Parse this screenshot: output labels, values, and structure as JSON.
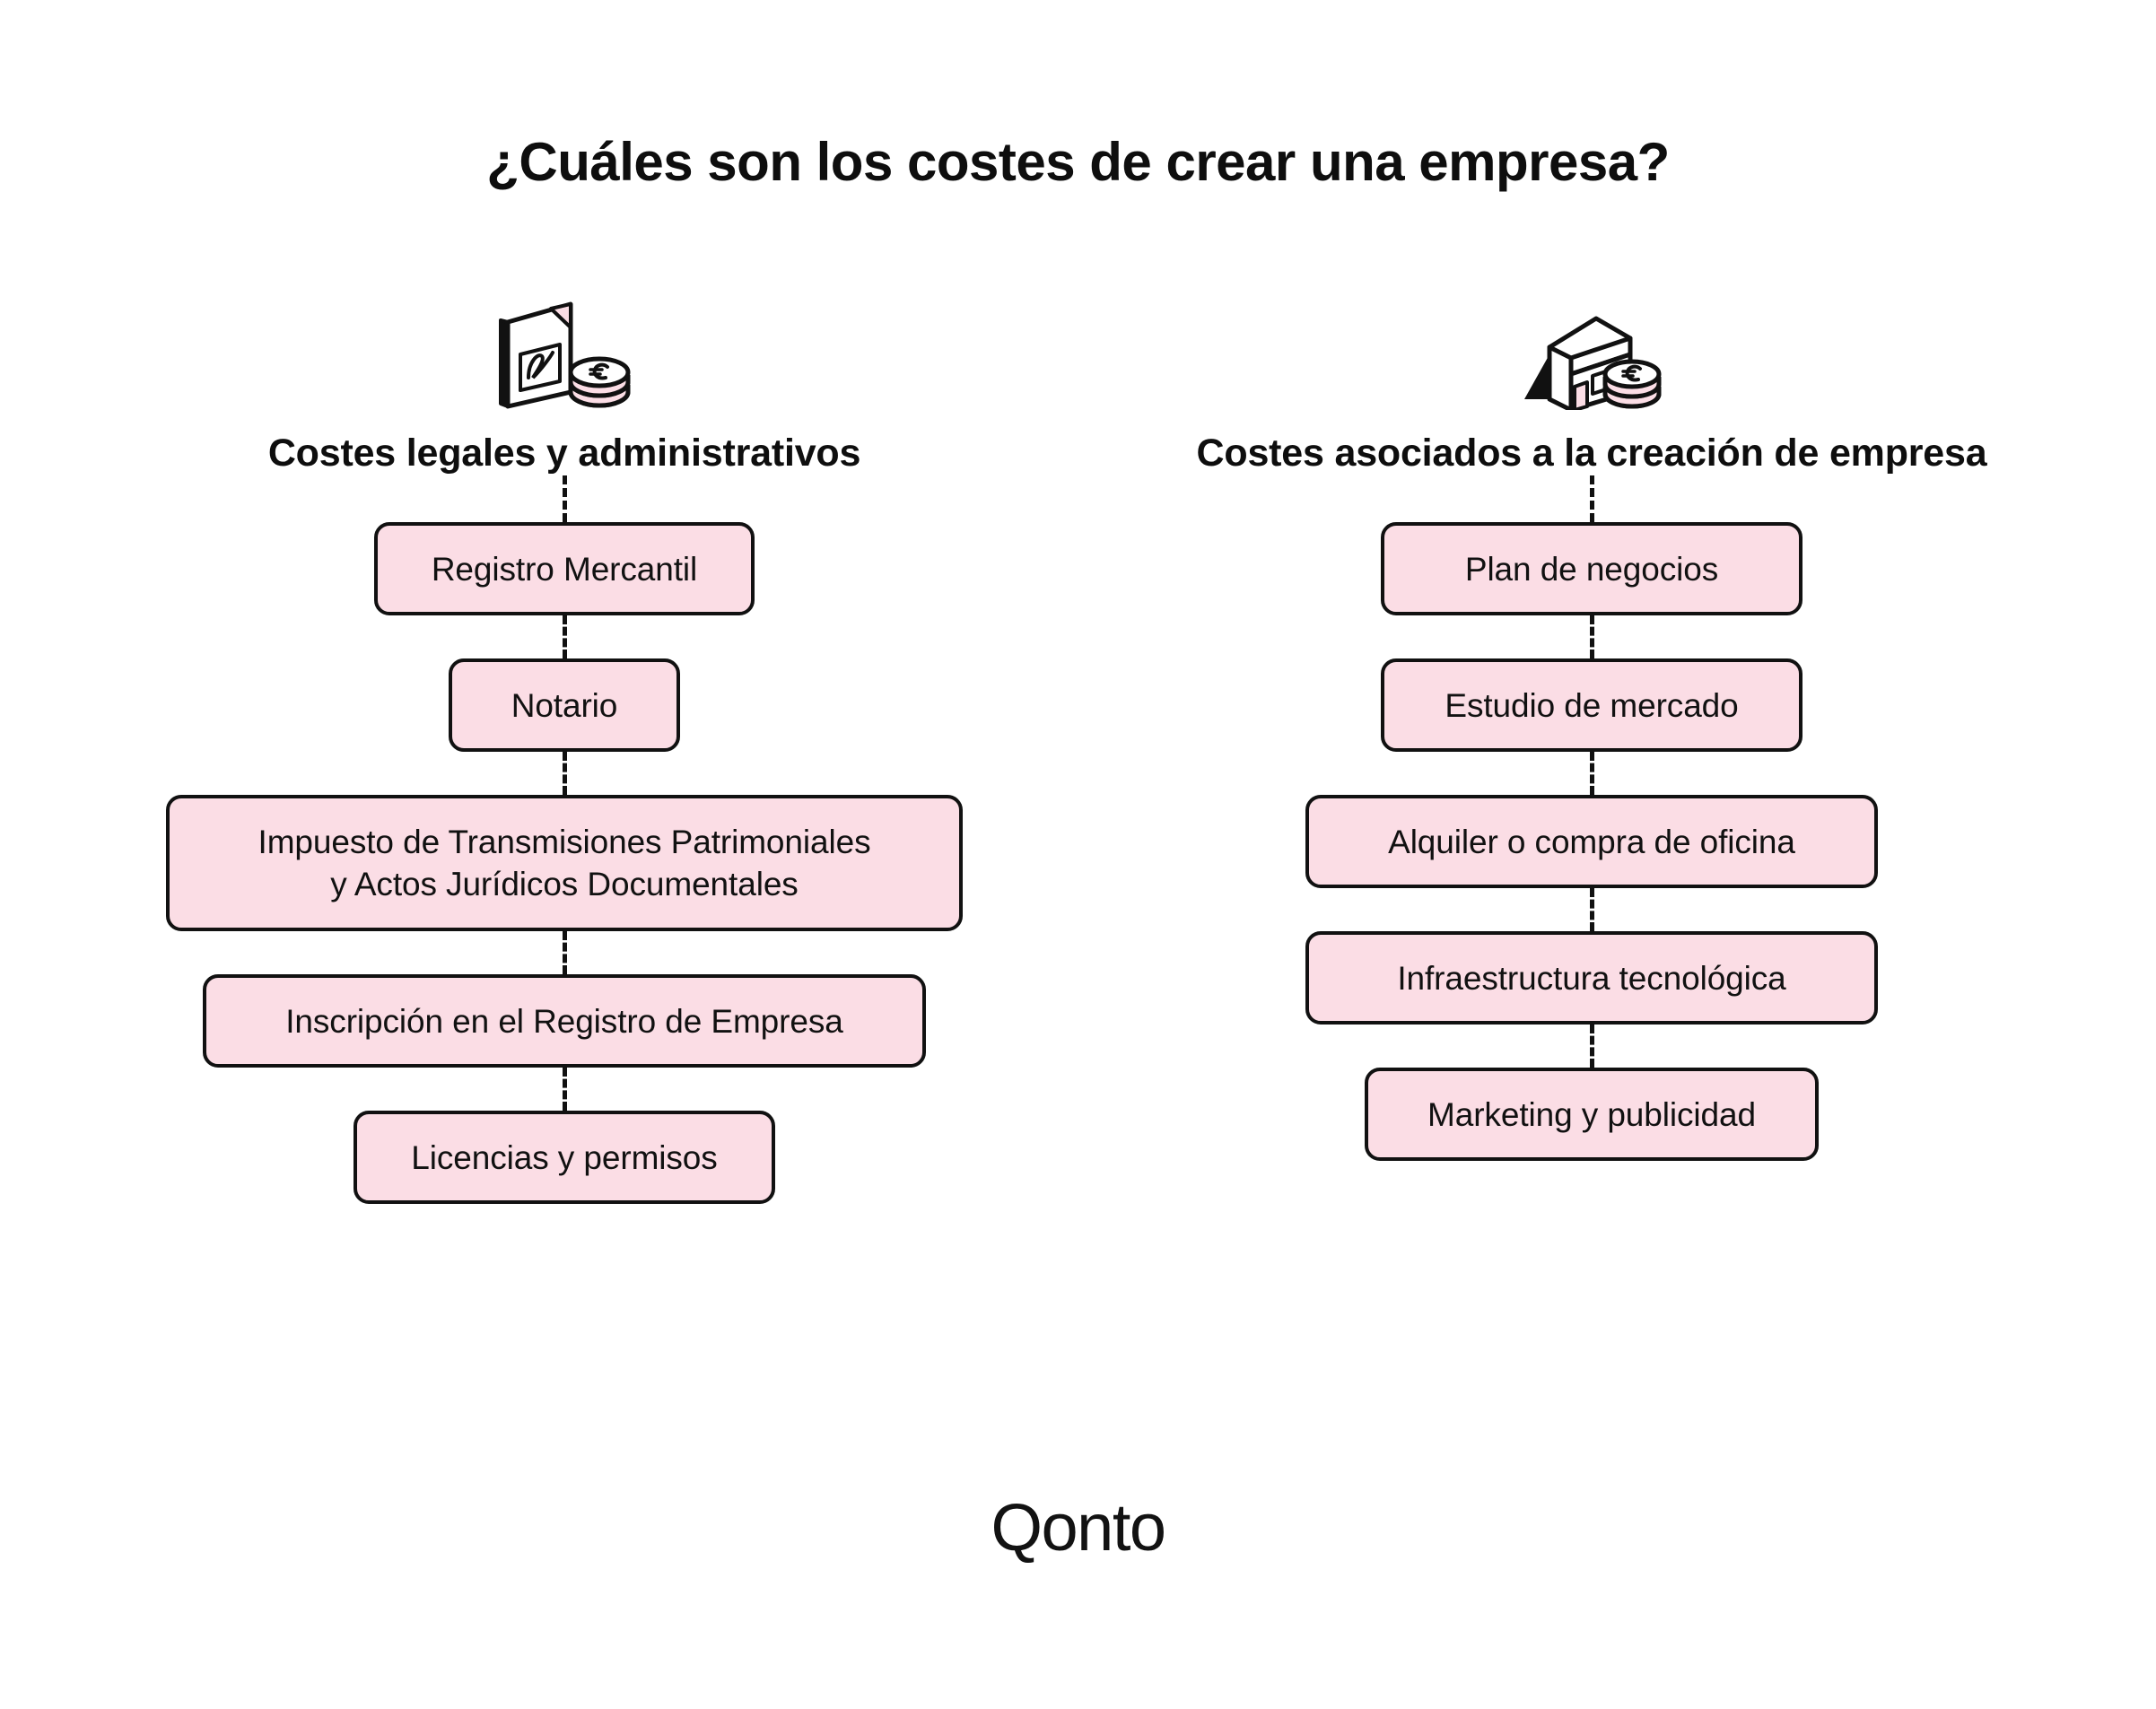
{
  "page": {
    "title": "¿Cuáles son los costes de crear una empresa?",
    "background_color": "#ffffff",
    "node_fill_color": "#FBDDE5",
    "node_border_color": "#111111",
    "text_color": "#111111"
  },
  "columns": [
    {
      "icon_name": "signed-document-with-coins-icon",
      "heading": "Costes legales y administrativos",
      "nodes": [
        {
          "label": "Registro Mercantil",
          "lines": [
            "Registro Mercantil"
          ]
        },
        {
          "label": "Notario",
          "lines": [
            "Notario"
          ]
        },
        {
          "label": "Impuesto de Transmisiones Patrimoniales y Actos Jurídicos Documentales",
          "lines": [
            "Impuesto de Transmisiones Patrimoniales",
            "y Actos Jurídicos Documentales"
          ]
        },
        {
          "label": "Inscripción en el Registro de Empresa",
          "lines": [
            "Inscripción en el Registro de Empresa"
          ]
        },
        {
          "label": "Licencias y permisos",
          "lines": [
            "Licencias y permisos"
          ]
        }
      ]
    },
    {
      "icon_name": "storefront-with-coins-icon",
      "heading": "Costes asociados a la creación de empresa",
      "nodes": [
        {
          "label": "Plan de negocios",
          "lines": [
            "Plan de negocios"
          ]
        },
        {
          "label": "Estudio de mercado",
          "lines": [
            "Estudio de mercado"
          ]
        },
        {
          "label": "Alquiler o compra de oficina",
          "lines": [
            "Alquiler o compra de oficina"
          ]
        },
        {
          "label": "Infraestructura tecnológica",
          "lines": [
            "Infraestructura tecnológica"
          ]
        },
        {
          "label": "Marketing y publicidad",
          "lines": [
            "Marketing y publicidad"
          ]
        }
      ]
    }
  ],
  "footer": {
    "logo_text": "Qonto"
  }
}
